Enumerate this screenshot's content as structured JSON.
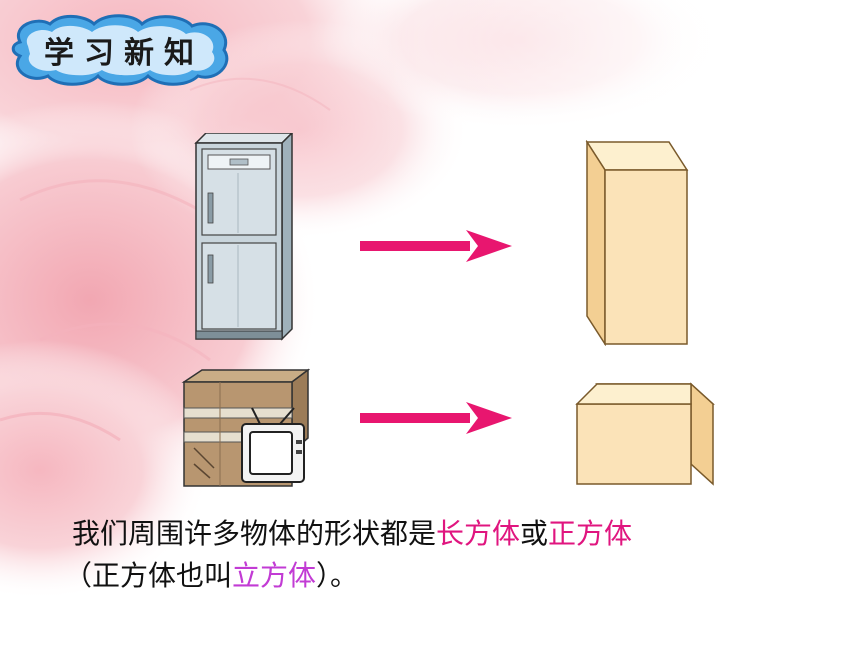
{
  "badge": {
    "label": "学习新知"
  },
  "caption": {
    "line1": {
      "text_before": "我们周围许多物体的形状都是",
      "term_cuboid": "长方体",
      "connector": "或",
      "term_cube": "正方体"
    },
    "line2": {
      "open": "（正方体也叫",
      "term_cube_alt": "立方体",
      "close": "）。"
    }
  },
  "colors": {
    "arrow": "#e8166f",
    "highlight": "#e0157f",
    "highlight_alt": "#c23bd4",
    "solid_face": "#fbe3b8",
    "solid_top": "#fdf0cf",
    "solid_side": "#f3cf93",
    "badge_cloud": "#4aa7e6"
  },
  "icons": [
    "refrigerator-icon",
    "tv-box-icon",
    "cuboid-shape",
    "cube-shape",
    "arrow-right-icon"
  ]
}
